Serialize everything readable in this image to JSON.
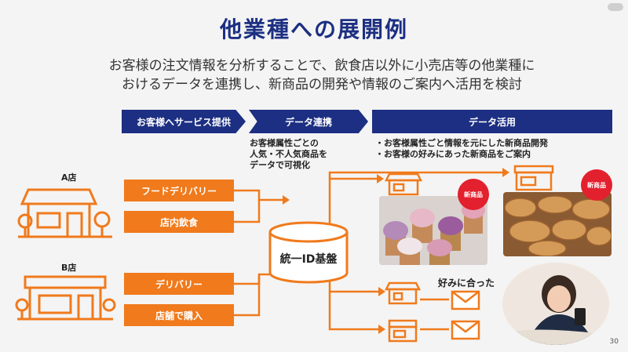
{
  "title": "他業種への展開例",
  "subtitle_line1": "お客様の注文情報を分析することで、飲食店以外に小売店等の他業種に",
  "subtitle_line2": "おけるデータを連携し、新商品の開発や情報のご案内へ活用を検討",
  "steps": [
    "お客様へサービス提供",
    "データ連携",
    "データ活用"
  ],
  "data_link_note": [
    "お客様属性ごとの",
    "人気・不人気商品を",
    "データで可視化"
  ],
  "data_use_notes": [
    "・お客様属性ごと情報を元にした新商品開発",
    "・お客様の好みにあった新商品をご案内"
  ],
  "store_a": "A店",
  "store_b": "B店",
  "services_a": [
    "フードデリバリー",
    "店内飲食"
  ],
  "services_b": [
    "デリバリー",
    "店舗で購入"
  ],
  "database": "統一ID基盤",
  "new_product_badge": "新商品",
  "preference_label": "好みに合った",
  "page_number": "30",
  "colors": {
    "navy": "#1c2f82",
    "orange": "#f07a1c",
    "red": "#e3202e"
  }
}
